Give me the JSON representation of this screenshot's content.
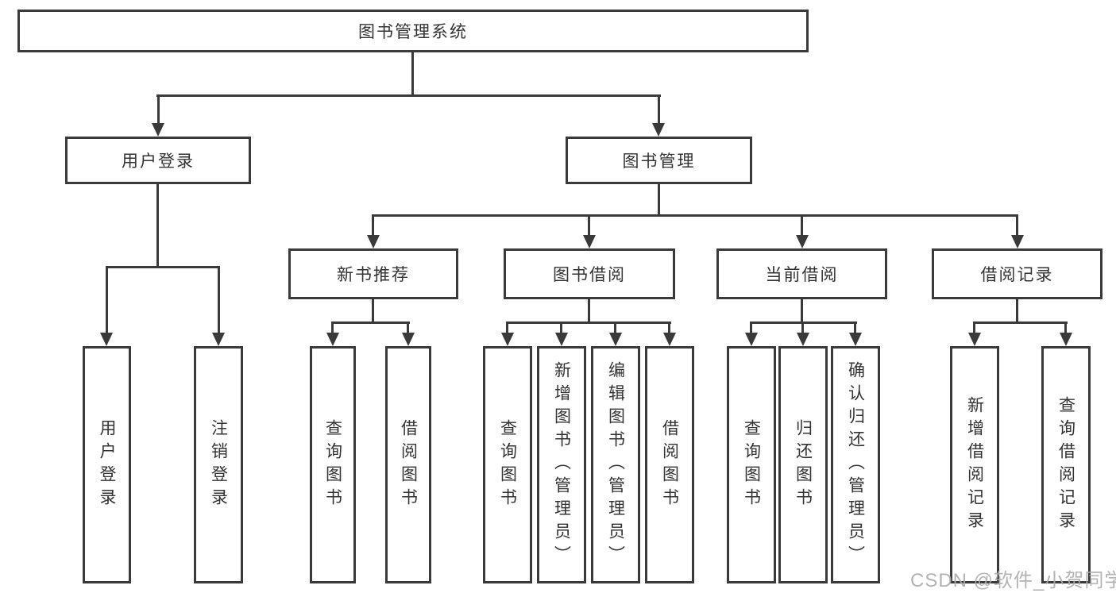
{
  "root": {
    "label": "图书管理系统"
  },
  "level2": [
    {
      "id": "user-login",
      "label": "用户登录"
    },
    {
      "id": "book-management",
      "label": "图书管理"
    }
  ],
  "level3": [
    {
      "id": "new-book-recommend",
      "label": "新书推荐"
    },
    {
      "id": "book-borrowing",
      "label": "图书借阅"
    },
    {
      "id": "current-borrowing",
      "label": "当前借阅"
    },
    {
      "id": "borrowing-records",
      "label": "借阅记录"
    }
  ],
  "leaves": [
    {
      "id": "user-login",
      "label": "用户登录"
    },
    {
      "id": "logout",
      "label": "注销登录"
    },
    {
      "id": "query-books-recommend",
      "label": "查询图书"
    },
    {
      "id": "borrow-books-recommend",
      "label": "借阅图书"
    },
    {
      "id": "query-books-borrowing",
      "label": "查询图书"
    },
    {
      "id": "add-books-admin",
      "label": "新增图书（管理员）"
    },
    {
      "id": "edit-books-admin",
      "label": "编辑图书（管理员）"
    },
    {
      "id": "borrow-books-borrowing",
      "label": "借阅图书"
    },
    {
      "id": "query-books-current",
      "label": "查询图书"
    },
    {
      "id": "return-books",
      "label": "归还图书"
    },
    {
      "id": "confirm-return-admin",
      "label": "确认归还（管理员）"
    },
    {
      "id": "add-borrow-record",
      "label": "新增借阅记录"
    },
    {
      "id": "query-borrow-record",
      "label": "查询借阅记录"
    }
  ],
  "watermark": "CSDN @软件_小贺同学",
  "colors": {
    "line": "#3a3a3a",
    "text": "#333333",
    "bg": "#ffffff",
    "box_bg": "#ffffff",
    "watermark": "#ababab"
  }
}
